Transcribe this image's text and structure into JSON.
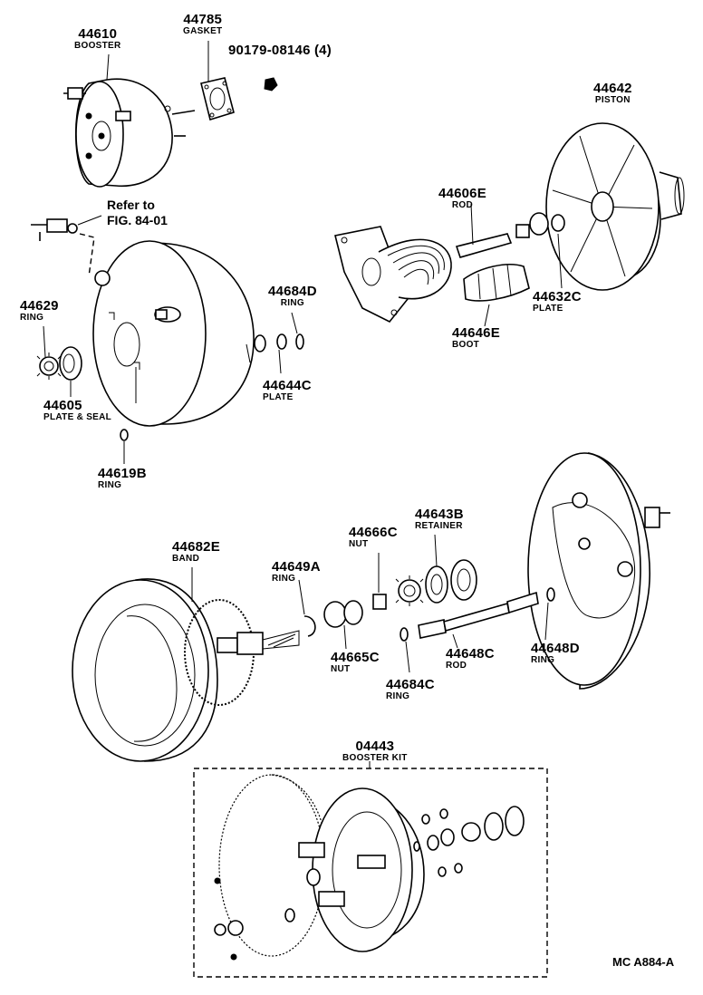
{
  "diagram_code": "MC A884-A",
  "reference_note": [
    "Refer to",
    "FIG. 84-01"
  ],
  "parts": {
    "booster": {
      "number": "44610",
      "name": "BOOSTER"
    },
    "gasket": {
      "number": "44785",
      "name": "GASKET"
    },
    "nut_90179": {
      "number": "90179-08146 (4)",
      "name": ""
    },
    "piston": {
      "number": "44642",
      "name": "PISTON"
    },
    "rod_44606e": {
      "number": "44606E",
      "name": "ROD"
    },
    "ring_44684d": {
      "number": "44684D",
      "name": "RING"
    },
    "ring_44629": {
      "number": "44629",
      "name": "RING"
    },
    "plate_44632c": {
      "number": "44632C",
      "name": "PLATE"
    },
    "boot_44646e": {
      "number": "44646E",
      "name": "BOOT"
    },
    "plate_44644c": {
      "number": "44644C",
      "name": "PLATE"
    },
    "plate_seal_44605": {
      "number": "44605",
      "name": "PLATE & SEAL"
    },
    "ring_44619b": {
      "number": "44619B",
      "name": "RING"
    },
    "band_44682e": {
      "number": "44682E",
      "name": "BAND"
    },
    "retainer_44643b": {
      "number": "44643B",
      "name": "RETAINER"
    },
    "nut_44666c": {
      "number": "44666C",
      "name": "NUT"
    },
    "ring_44649a": {
      "number": "44649A",
      "name": "RING"
    },
    "nut_44665c": {
      "number": "44665C",
      "name": "NUT"
    },
    "rod_44648c": {
      "number": "44648C",
      "name": "ROD"
    },
    "ring_44648d": {
      "number": "44648D",
      "name": "RING"
    },
    "ring_44684c": {
      "number": "44684C",
      "name": "RING"
    },
    "booster_kit": {
      "number": "04443",
      "name": "BOOSTER KIT"
    }
  }
}
